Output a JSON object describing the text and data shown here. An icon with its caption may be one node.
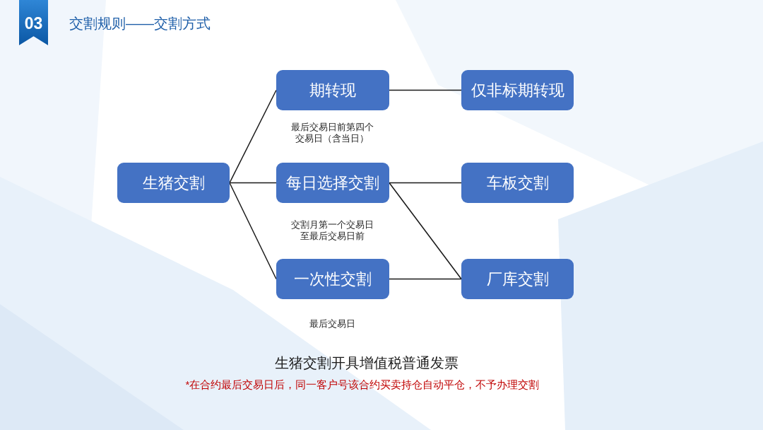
{
  "diagram": {
    "title": "交割规则——交割方式",
    "nodes": [
      {
        "text": [
          "生猪交割"
        ]
      },
      {
        "text": [
          "期转现"
        ],
        "beside": [
          "最后交易日前第四个交易日（含当日）"
        ]
      },
      {
        "text": [
          "每日选择交割"
        ],
        "beside": [
          "交割月第一个交易日至最后交易日前"
        ]
      },
      {
        "text": [
          "一次性交割"
        ],
        "beside": [
          "最后交易日"
        ]
      },
      {
        "text": [
          "仅非标期转现"
        ]
      },
      {
        "text": [
          "车板交割"
        ]
      },
      {
        "text": [
          "厂库交割"
        ]
      }
    ],
    "edges": [
      {
        "from": 0,
        "to": 1,
        "arrow": "none"
      },
      {
        "from": 0,
        "to": 2,
        "arrow": "none"
      },
      {
        "from": 0,
        "to": 3,
        "arrow": "none"
      },
      {
        "from": 1,
        "to": 4,
        "arrow": "none"
      },
      {
        "from": 2,
        "to": 5,
        "arrow": "none"
      },
      {
        "from": 2,
        "to": 6,
        "arrow": "none"
      },
      {
        "from": 3,
        "to": 6,
        "arrow": "none"
      }
    ],
    "labels": [
      "03",
      "生猪交割开具增值税普通发票",
      "*在合约最后交易日后，同一客户号该合约买卖持仓自动平仓，不予办理交割"
    ]
  }
}
